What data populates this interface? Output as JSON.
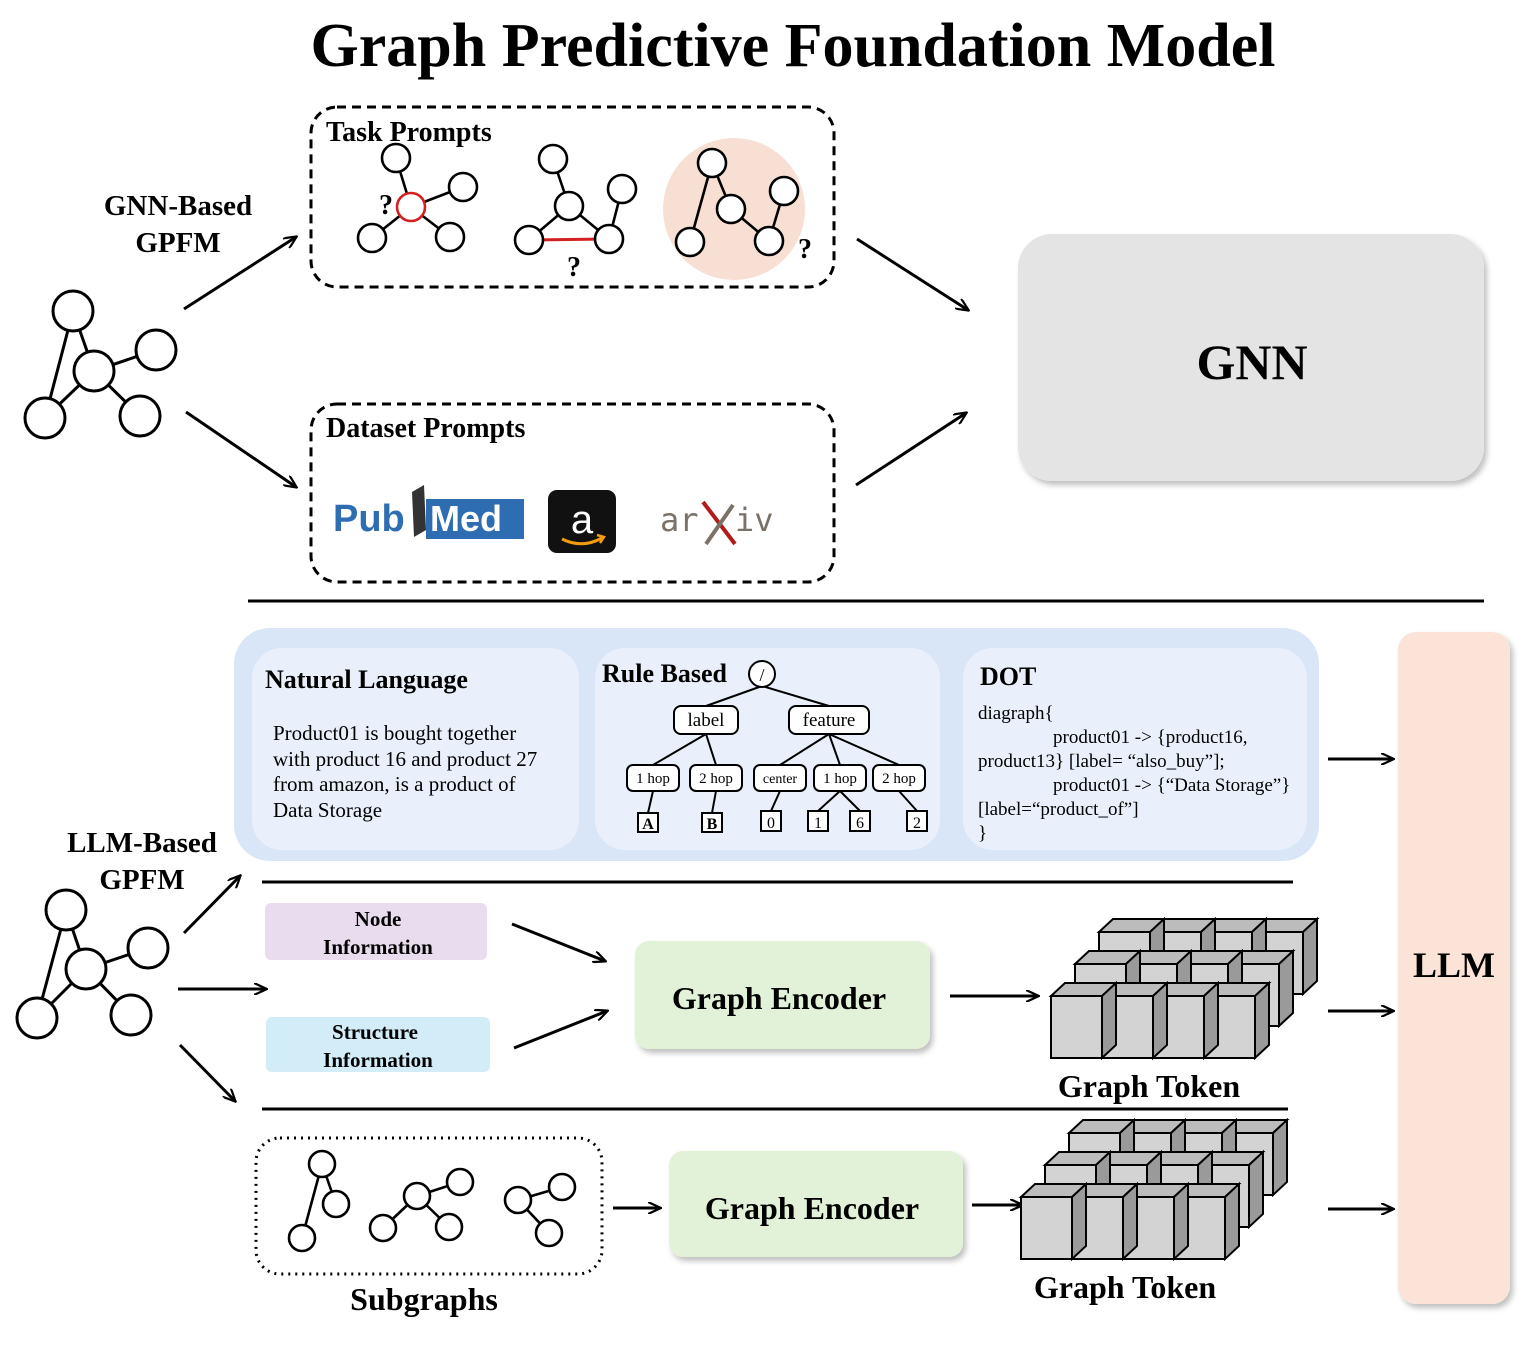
{
  "title": "Graph Predictive Foundation Model",
  "gnn_section": {
    "label_line1": "GNN-Based",
    "label_line2": "GPFM",
    "task_prompts": {
      "title": "Task Prompts",
      "question_mark": "?"
    },
    "dataset_prompts": {
      "title": "Dataset Prompts",
      "pubmed_pub": "Pub",
      "pubmed_med": "Med",
      "amazon_letter": "a",
      "arxiv_left": "ar",
      "arxiv_x": "X",
      "arxiv_right": "iv"
    },
    "gnn_label": "GNN"
  },
  "llm_section": {
    "label_line1": "LLM-Based",
    "label_line2": "GPFM",
    "natural_language": {
      "title": "Natural Language",
      "lines": [
        "Product01 is bought together",
        "with product 16 and product 27",
        "from amazon, is a product of",
        "Data Storage"
      ]
    },
    "rule_based": {
      "title": "Rule Based",
      "root": "/",
      "label_node": "label",
      "feature_node": "feature",
      "label_children": [
        "1 hop",
        "2 hop"
      ],
      "feature_children": [
        "center",
        "1 hop",
        "2 hop"
      ],
      "label_leaves": [
        "A",
        "B"
      ],
      "feature_leaves": [
        "0",
        "1",
        "6",
        "2"
      ]
    },
    "dot": {
      "title": "DOT",
      "lines": [
        "diagraph{",
        "product01 -> {product16,",
        "product13} [label= “also_buy”];",
        "product01 -> {“Data Storage”}",
        "[label=“product_of”]",
        "}"
      ]
    },
    "node_info": {
      "line1": "Node",
      "line2": "Information"
    },
    "structure_info": {
      "line1": "Structure",
      "line2": "Information"
    },
    "graph_encoder_1": "Graph Encoder",
    "graph_token_1": "Graph Token",
    "subgraphs_label": "Subgraphs",
    "graph_encoder_2": "Graph Encoder",
    "graph_token_2": "Graph Token",
    "llm_label": "LLM"
  },
  "colors": {
    "gnn_box": "#e4e4e4",
    "llm_box": "#fbe3d7",
    "prompt_panel": "#d9e6f8",
    "prompt_card": "#e9f0fb",
    "encoder": "#e1f2d9",
    "node_info": "#eadcef",
    "structure_info": "#d2ecf8",
    "highlight_circle": "#f8dfd3",
    "pubmed_blue": "#2f6db3",
    "edge_red": "#d42020"
  }
}
